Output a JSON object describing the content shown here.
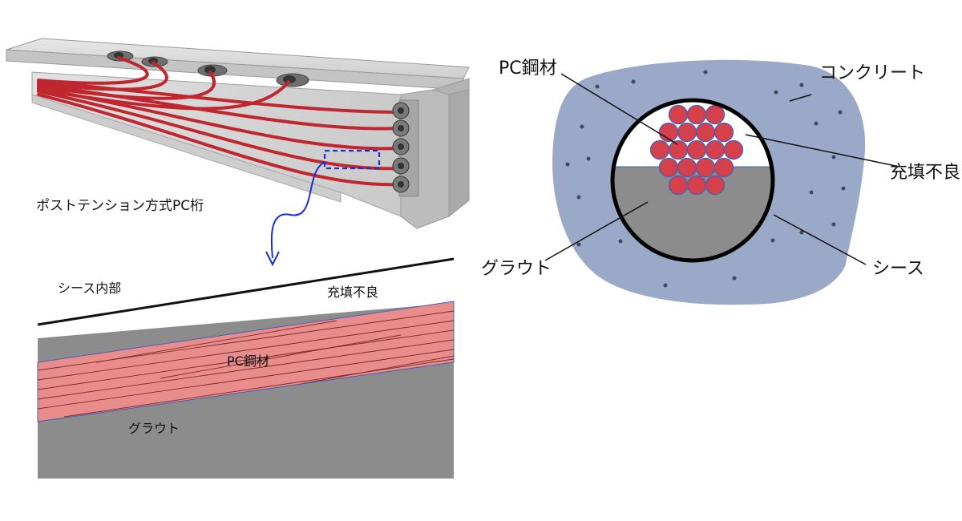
{
  "labels": {
    "girder": "ポストテンション方式PC桁",
    "sheath_inside": "シース内部",
    "poor_fill_detail": "充填不良",
    "pc_steel_detail": "PC鋼材",
    "grout_detail": "グラウト",
    "pc_steel_section": "PC鋼材",
    "concrete": "コンクリート",
    "poor_fill_section": "充填不良",
    "grout_section": "グラウト",
    "sheath": "シース"
  },
  "colors": {
    "tendon": "#c0262d",
    "strand_fill": "#e98c8c",
    "strand_section": "#d6404a",
    "grout": "#8c8c8c",
    "concrete_section": "#9aa9c8",
    "concrete_girder": "#d9d9d9",
    "callout": "#1a2fd6"
  },
  "icons": {
    "anchor": "anchor-icon",
    "callout_arrow": "curved-arrow-icon"
  }
}
